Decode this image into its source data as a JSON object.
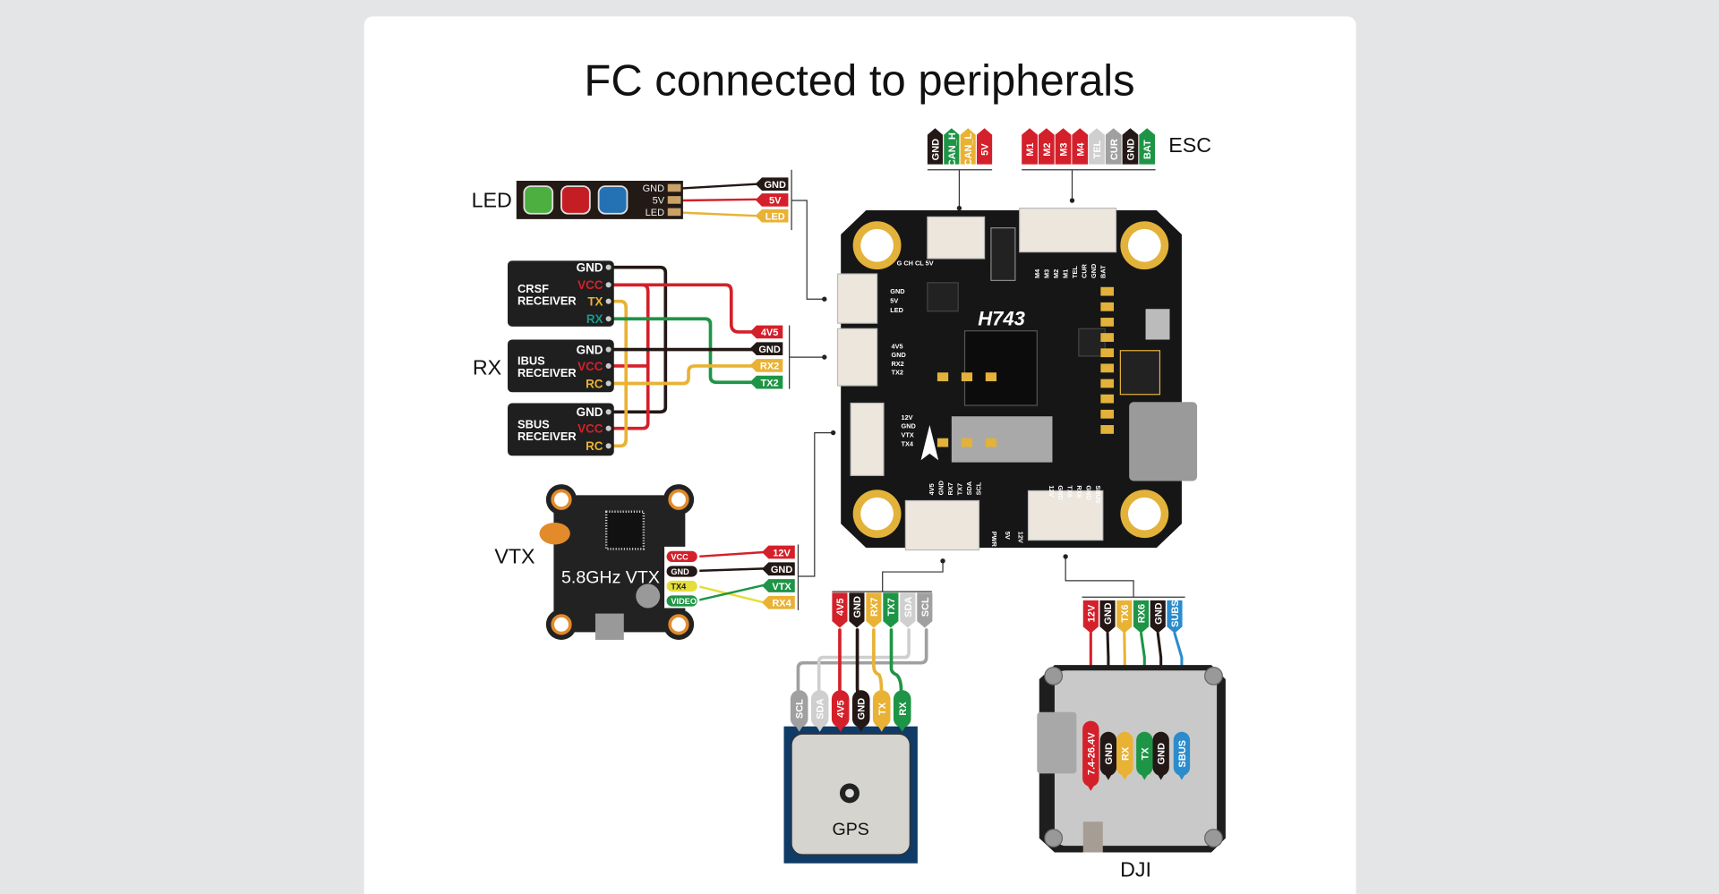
{
  "title": "FC connected to peripherals",
  "colors": {
    "red": "#d4202a",
    "black": "#231815",
    "yellow": "#e9b234",
    "green": "#1e9546",
    "lightgray": "#cfcfcf",
    "gray": "#a0a0a0",
    "blue": "#2a8ccc",
    "teal": "#1a9a8a",
    "lime": "#e4de3a",
    "card": "#ffffff",
    "page": "#e4e5e7",
    "board": "#161616",
    "gold": "#e2b23a"
  },
  "can_connector": {
    "tags": [
      {
        "text": "GND",
        "color": "black"
      },
      {
        "text": "CAN_H",
        "color": "green"
      },
      {
        "text": "CAN_L",
        "color": "yellow"
      },
      {
        "text": "5V",
        "color": "red"
      }
    ]
  },
  "esc": {
    "label": "ESC",
    "tags": [
      {
        "text": "M1",
        "color": "red"
      },
      {
        "text": "M2",
        "color": "red"
      },
      {
        "text": "M3",
        "color": "red"
      },
      {
        "text": "M4",
        "color": "red"
      },
      {
        "text": "TEL",
        "color": "lightgray"
      },
      {
        "text": "CUR",
        "color": "gray"
      },
      {
        "text": "GND",
        "color": "black"
      },
      {
        "text": "BAT",
        "color": "green"
      }
    ]
  },
  "led": {
    "label": "LED",
    "pins": [
      "GND",
      "5V",
      "LED"
    ],
    "tags": [
      {
        "text": "GND",
        "color": "black"
      },
      {
        "text": "5V",
        "color": "red"
      },
      {
        "text": "LED",
        "color": "yellow"
      }
    ]
  },
  "rx": {
    "label": "RX",
    "receivers": [
      {
        "name": [
          "CRSF",
          "RECEIVER"
        ],
        "pins": [
          {
            "text": "GND",
            "color": "white"
          },
          {
            "text": "VCC",
            "color": "red"
          },
          {
            "text": "TX",
            "color": "yellow"
          },
          {
            "text": "RX",
            "color": "teal"
          }
        ]
      },
      {
        "name": [
          "IBUS",
          "RECEIVER"
        ],
        "pins": [
          {
            "text": "GND",
            "color": "white"
          },
          {
            "text": "VCC",
            "color": "red"
          },
          {
            "text": "RC",
            "color": "yellow"
          }
        ]
      },
      {
        "name": [
          "SBUS",
          "RECEIVER"
        ],
        "pins": [
          {
            "text": "GND",
            "color": "white"
          },
          {
            "text": "VCC",
            "color": "red"
          },
          {
            "text": "RC",
            "color": "yellow"
          }
        ]
      }
    ],
    "tags": [
      {
        "text": "4V5",
        "color": "red"
      },
      {
        "text": "GND",
        "color": "black"
      },
      {
        "text": "RX2",
        "color": "yellow"
      },
      {
        "text": "TX2",
        "color": "green"
      }
    ]
  },
  "vtx": {
    "label": "VTX",
    "board_text": "5.8GHz VTX",
    "pins": [
      {
        "text": "VCC",
        "color": "red"
      },
      {
        "text": "GND",
        "color": "black"
      },
      {
        "text": "TX4",
        "color": "lime"
      },
      {
        "text": "VIDEO",
        "color": "green"
      }
    ],
    "tags": [
      {
        "text": "12V",
        "color": "red"
      },
      {
        "text": "GND",
        "color": "black"
      },
      {
        "text": "VTX",
        "color": "green"
      },
      {
        "text": "RX4",
        "color": "yellow"
      }
    ]
  },
  "fc": {
    "chip_label": "H743",
    "top_pads": "G CH CL 5V",
    "left_led": [
      "GND",
      "5V",
      "LED"
    ],
    "left_rx": [
      "4V5",
      "GND",
      "RX2",
      "TX2"
    ],
    "left_vtx": [
      "12V",
      "GND",
      "VTX",
      "TX4"
    ],
    "top_esc": [
      "M4",
      "M3",
      "M2",
      "M1",
      "TEL",
      "CUR",
      "GND",
      "BAT"
    ],
    "bottom_gps": [
      "4V5",
      "GND",
      "RX7",
      "TX7",
      "SDA",
      "SCL"
    ],
    "bottom_dji": [
      "12V",
      "GND",
      "TX6",
      "RX6",
      "GND",
      "SBUS"
    ],
    "bottom_leds": [
      "PWR",
      "5V",
      "12V"
    ]
  },
  "gps": {
    "label": "GPS",
    "tags": [
      {
        "text": "4V5",
        "color": "red"
      },
      {
        "text": "GND",
        "color": "black"
      },
      {
        "text": "RX7",
        "color": "yellow"
      },
      {
        "text": "TX7",
        "color": "green"
      },
      {
        "text": "SDA",
        "color": "lightgray"
      },
      {
        "text": "SCL",
        "color": "gray"
      }
    ],
    "pins": [
      {
        "text": "SCL",
        "color": "gray"
      },
      {
        "text": "SDA",
        "color": "lightgray"
      },
      {
        "text": "4V5",
        "color": "red"
      },
      {
        "text": "GND",
        "color": "black"
      },
      {
        "text": "TX",
        "color": "yellow"
      },
      {
        "text": "RX",
        "color": "green"
      }
    ]
  },
  "dji": {
    "label": "DJI",
    "tags": [
      {
        "text": "12V",
        "color": "red"
      },
      {
        "text": "GND",
        "color": "black"
      },
      {
        "text": "TX6",
        "color": "yellow"
      },
      {
        "text": "RX6",
        "color": "green"
      },
      {
        "text": "GND",
        "color": "black"
      },
      {
        "text": "SUBS",
        "color": "blue"
      }
    ],
    "pins": [
      {
        "text": "7.4-26.4V",
        "color": "red"
      },
      {
        "text": "GND",
        "color": "black"
      },
      {
        "text": "RX",
        "color": "yellow"
      },
      {
        "text": "TX",
        "color": "green"
      },
      {
        "text": "GND",
        "color": "black"
      },
      {
        "text": "SBUS",
        "color": "blue"
      }
    ]
  }
}
